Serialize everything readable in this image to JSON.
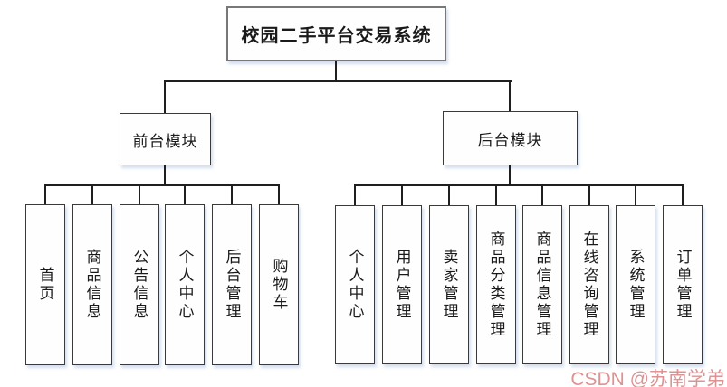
{
  "diagram": {
    "title": "校园二手平台交易系统",
    "front_module": {
      "label": "前台模块",
      "children": [
        "首页",
        "商品信息",
        "公告信息",
        "个人中心",
        "后台管理",
        "购物车"
      ]
    },
    "back_module": {
      "label": "后台模块",
      "children": [
        "个人中心",
        "用户管理",
        "卖家管理",
        "商品分类管理",
        "商品信息管理",
        "在线咨询管理",
        "系统管理",
        "订单管理"
      ]
    }
  },
  "watermark": "CSDN @苏南学弟",
  "colors": {
    "line": "#1f1f1f",
    "box_border": "#3a3a3a",
    "root_border": "#787878",
    "box_fill": "#fefeff",
    "watermark": "#dc9393"
  }
}
